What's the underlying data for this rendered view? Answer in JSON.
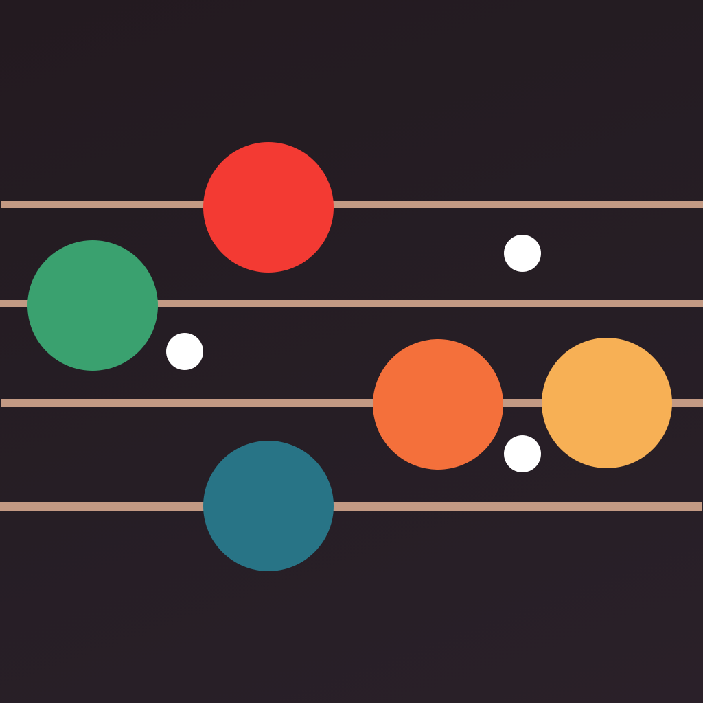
{
  "colors": {
    "background": "#251c23",
    "rail": "#c39a84",
    "red": "#f33a33",
    "green": "#3aa16f",
    "orange": "#f4703b",
    "yellow": "#f7b055",
    "teal": "#287486",
    "white": "#ffffff"
  },
  "icons": [
    "red-circle",
    "green-circle",
    "orange-circle",
    "yellow-circle",
    "teal-circle",
    "white-dot"
  ]
}
